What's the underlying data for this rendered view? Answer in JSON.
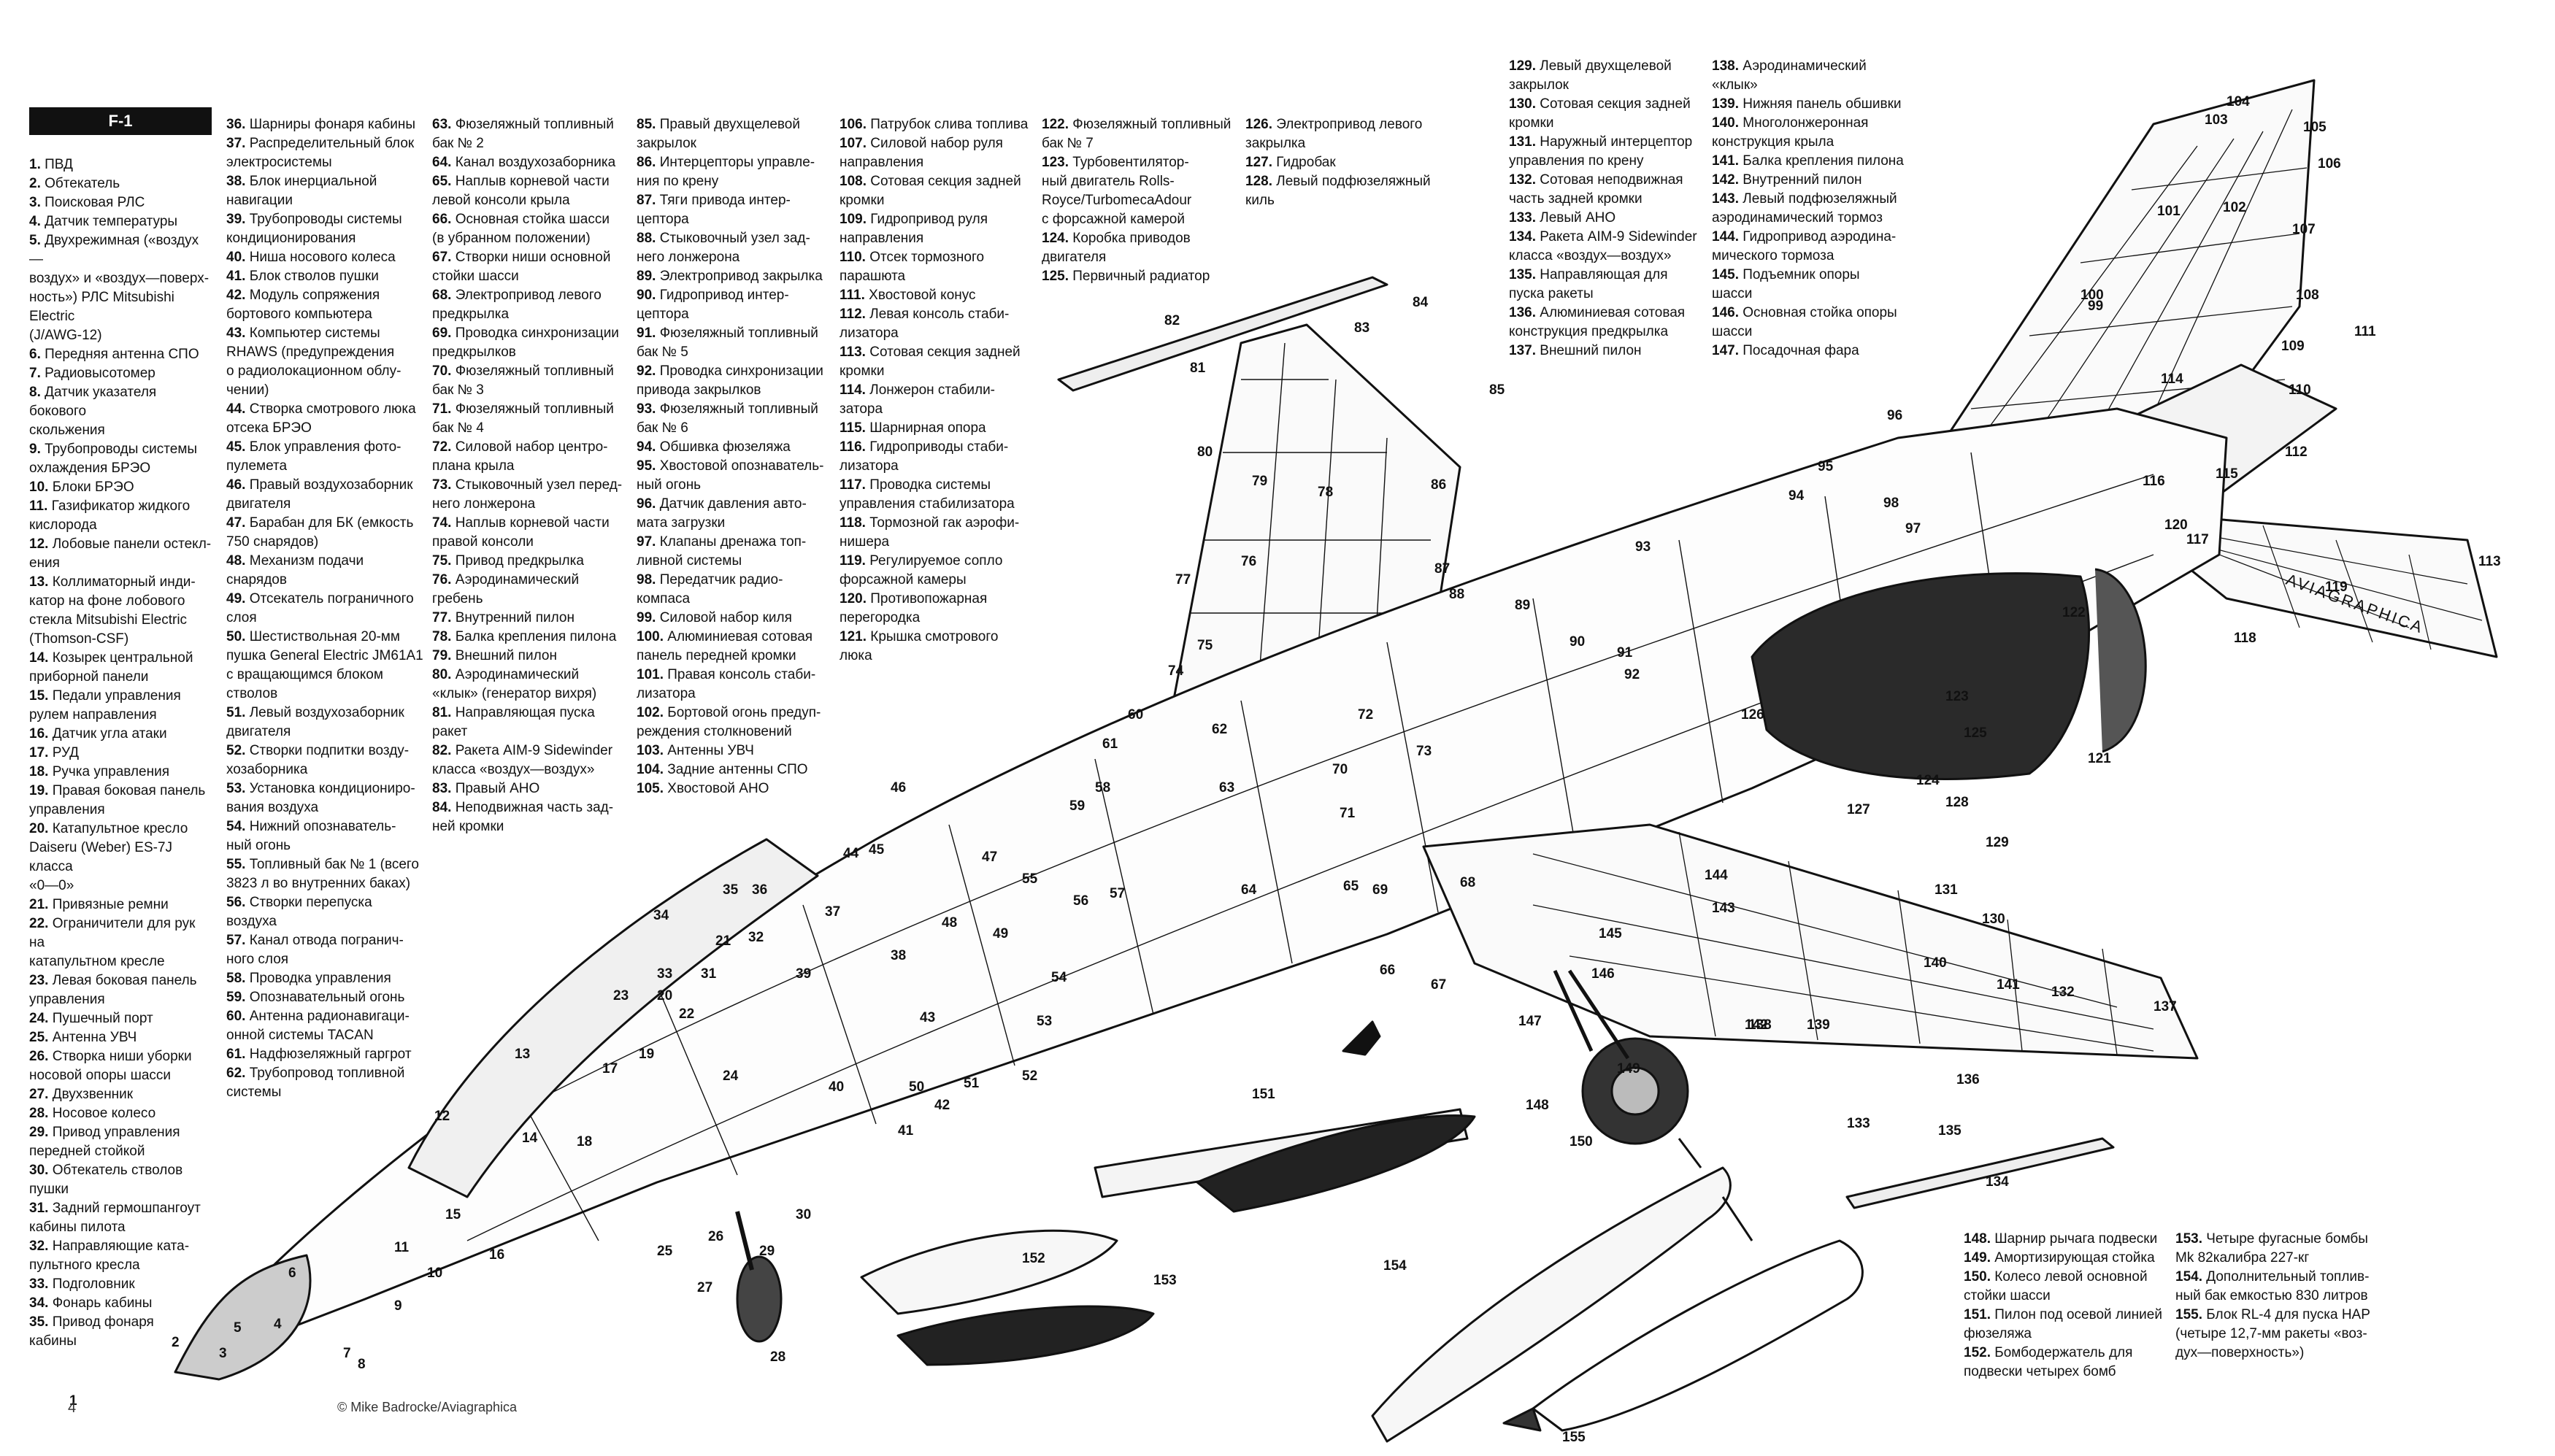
{
  "badge": "F-1",
  "credit": "© Mike Badrocke/Aviagraphica",
  "page_mark": "4",
  "watermark": "AVIAGRAPHICA",
  "columns": [
    {
      "id": "c1",
      "items": [
        {
          "n": "1.",
          "t": "ПВД"
        },
        {
          "n": "2.",
          "t": "Обтекатель"
        },
        {
          "n": "3.",
          "t": "Поисковая РЛС"
        },
        {
          "n": "4.",
          "t": "Датчик температуры"
        },
        {
          "n": "5.",
          "t": "Двухрежимная («воздух—\nвоздух» и «воздух—поверх-\nность») РЛС Mitsubishi Electric\n(J/AWG-12)"
        },
        {
          "n": "6.",
          "t": "Передняя антенна СПО"
        },
        {
          "n": "7.",
          "t": "Радиовысотомер"
        },
        {
          "n": "8.",
          "t": "Датчик указателя бокового\nскольжения"
        },
        {
          "n": "9.",
          "t": "Трубопроводы системы\nохлаждения БРЭО"
        },
        {
          "n": "10.",
          "t": "Блоки БРЭО"
        },
        {
          "n": "11.",
          "t": "Газификатор жидкого\nкислорода"
        },
        {
          "n": "12.",
          "t": "Лобовые панели остекл-\nения"
        },
        {
          "n": "13.",
          "t": "Коллиматорный инди-\nкатор на фоне лобового\nстекла Mitsubishi Electric\n(Thomson-CSF)"
        },
        {
          "n": "14.",
          "t": "Козырек центральной\nприборной панели"
        },
        {
          "n": "15.",
          "t": "Педали управления\nрулем направления"
        },
        {
          "n": "16.",
          "t": "Датчик угла атаки"
        },
        {
          "n": "17.",
          "t": "РУД"
        },
        {
          "n": "18.",
          "t": "Ручка управления"
        },
        {
          "n": "19.",
          "t": "Правая боковая панель\nуправления"
        },
        {
          "n": "20.",
          "t": "Катапультное кресло\nDaiseru (Weber) ES-7J класса\n«0—0»"
        },
        {
          "n": "21.",
          "t": "Привязные ремни"
        },
        {
          "n": "22.",
          "t": "Ограничители для рук на\nкатапультном кресле"
        },
        {
          "n": "23.",
          "t": "Левая боковая панель\nуправления"
        },
        {
          "n": "24.",
          "t": "Пушечный порт"
        },
        {
          "n": "25.",
          "t": "Антенна УВЧ"
        },
        {
          "n": "26.",
          "t": "Створка ниши уборки\nносовой опоры шасси"
        },
        {
          "n": "27.",
          "t": "Двухзвенник"
        },
        {
          "n": "28.",
          "t": "Носовое колесо"
        },
        {
          "n": "29.",
          "t": "Привод управления\nпередней стойкой"
        },
        {
          "n": "30.",
          "t": "Обтекатель стволов\nпушки"
        },
        {
          "n": "31.",
          "t": "Задний гермошпангоут\nкабины пилота"
        },
        {
          "n": "32.",
          "t": "Направляющие ката-\nпультного кресла"
        },
        {
          "n": "33.",
          "t": "Подголовник"
        },
        {
          "n": "34.",
          "t": "Фонарь кабины"
        },
        {
          "n": "35.",
          "t": "Привод фонаря\nкабины"
        }
      ]
    },
    {
      "id": "c2",
      "items": [
        {
          "n": "36.",
          "t": "Шарниры фонаря кабины"
        },
        {
          "n": "37.",
          "t": "Распределительный блок\nэлектросистемы"
        },
        {
          "n": "38.",
          "t": "Блок инерциальной\nнавигации"
        },
        {
          "n": "39.",
          "t": "Трубопроводы системы\nкондиционирования"
        },
        {
          "n": "40.",
          "t": "Ниша носового колеса"
        },
        {
          "n": "41.",
          "t": "Блок стволов пушки"
        },
        {
          "n": "42.",
          "t": "Модуль сопряжения\nбортового компьютера"
        },
        {
          "n": "43.",
          "t": "Компьютер системы\nRHAWS (предупреждения\nо радиолокационном облу-\nчении)"
        },
        {
          "n": "44.",
          "t": "Створка смотрового люка\nотсека БРЭО"
        },
        {
          "n": "45.",
          "t": "Блок управления фото-\nпулемета"
        },
        {
          "n": "46.",
          "t": "Правый воздухозаборник\nдвигателя"
        },
        {
          "n": "47.",
          "t": "Барабан для БК (емкость\n750 снарядов)"
        },
        {
          "n": "48.",
          "t": "Механизм подачи\nснарядов"
        },
        {
          "n": "49.",
          "t": "Отсекатель пограничного\nслоя"
        },
        {
          "n": "50.",
          "t": "Шестиствольная 20-мм\nпушка General Electric JM61A1\nс вращающимся блоком\nстволов"
        },
        {
          "n": "51.",
          "t": "Левый воздухозаборник\nдвигателя"
        },
        {
          "n": "52.",
          "t": "Створки подпитки возду-\nхозаборника"
        },
        {
          "n": "53.",
          "t": "Установка кондициониро-\nвания воздуха"
        },
        {
          "n": "54.",
          "t": "Нижний опознаватель-\nный огонь"
        },
        {
          "n": "55.",
          "t": "Топливный бак № 1 (всего\n3823 л во внутренних баках)"
        },
        {
          "n": "56.",
          "t": "Створки перепуска\nвоздуха"
        },
        {
          "n": "57.",
          "t": "Канал отвода погранич-\nного слоя"
        },
        {
          "n": "58.",
          "t": "Проводка управления"
        },
        {
          "n": "59.",
          "t": "Опознавательный огонь"
        },
        {
          "n": "60.",
          "t": "Антенна радионавигаци-\nонной системы TACAN"
        },
        {
          "n": "61.",
          "t": "Надфюзеляжный гаргрот"
        },
        {
          "n": "62.",
          "t": "Трубопровод топливной\nсистемы"
        }
      ]
    },
    {
      "id": "c3",
      "items": [
        {
          "n": "63.",
          "t": "Фюзеляжный топливный\nбак № 2"
        },
        {
          "n": "64.",
          "t": "Канал воздухозаборника"
        },
        {
          "n": "65.",
          "t": "Наплыв корневой части\nлевой консоли крыла"
        },
        {
          "n": "66.",
          "t": "Основная стойка шасси\n(в убранном положении)"
        },
        {
          "n": "67.",
          "t": "Створки ниши основной\nстойки шасси"
        },
        {
          "n": "68.",
          "t": "Электропривод левого\nпредкрылка"
        },
        {
          "n": "69.",
          "t": "Проводка синхронизации\nпредкрылков"
        },
        {
          "n": "70.",
          "t": "Фюзеляжный топливный\nбак № 3"
        },
        {
          "n": "71.",
          "t": "Фюзеляжный топливный\nбак № 4"
        },
        {
          "n": "72.",
          "t": "Силовой набор центро-\nплана крыла"
        },
        {
          "n": "73.",
          "t": "Стыковочный узел перед-\nнего лонжерона"
        },
        {
          "n": "74.",
          "t": "Наплыв корневой части\nправой консоли"
        },
        {
          "n": "75.",
          "t": "Привод предкрылка"
        },
        {
          "n": "76.",
          "t": "Аэродинамический\nгребень"
        },
        {
          "n": "77.",
          "t": "Внутренний пилон"
        },
        {
          "n": "78.",
          "t": "Балка крепления пилона"
        },
        {
          "n": "79.",
          "t": "Внешний пилон"
        },
        {
          "n": "80.",
          "t": "Аэродинамический\n«клык» (генератор вихря)"
        },
        {
          "n": "81.",
          "t": "Направляющая пуска\nракет"
        },
        {
          "n": "82.",
          "t": "Ракета AIM-9 Sidewinder\nкласса «воздух—воздух»"
        },
        {
          "n": "83.",
          "t": "Правый АНО"
        },
        {
          "n": "84.",
          "t": "Неподвижная часть зад-\nней кромки"
        }
      ]
    },
    {
      "id": "c4",
      "items": [
        {
          "n": "85.",
          "t": "Правый двухщелевой\nзакрылок"
        },
        {
          "n": "86.",
          "t": "Интерцепторы управле-\nния по крену"
        },
        {
          "n": "87.",
          "t": "Тяги привода интер-\nцептора"
        },
        {
          "n": "88.",
          "t": "Стыковочный узел зад-\nнего лонжерона"
        },
        {
          "n": "89.",
          "t": "Электропривод закрылка"
        },
        {
          "n": "90.",
          "t": "Гидропривод интер-\nцептора"
        },
        {
          "n": "91.",
          "t": "Фюзеляжный топливный\nбак № 5"
        },
        {
          "n": "92.",
          "t": "Проводка синхронизации\nпривода закрылков"
        },
        {
          "n": "93.",
          "t": "Фюзеляжный топливный\nбак № 6"
        },
        {
          "n": "94.",
          "t": "Обшивка фюзеляжа"
        },
        {
          "n": "95.",
          "t": "Хвостовой опознаватель-\nный огонь"
        },
        {
          "n": "96.",
          "t": "Датчик давления авто-\nмата загрузки"
        },
        {
          "n": "97.",
          "t": "Клапаны дренажа топ-\nливной системы"
        },
        {
          "n": "98.",
          "t": "Передатчик радио-\nкомпаса"
        },
        {
          "n": "99.",
          "t": "Силовой набор киля"
        },
        {
          "n": "100.",
          "t": "Алюминиевая сотовая\nпанель передней кромки"
        },
        {
          "n": "101.",
          "t": "Правая консоль стаби-\nлизатора"
        },
        {
          "n": "102.",
          "t": "Бортовой огонь предуп-\nреждения столкновений"
        },
        {
          "n": "103.",
          "t": "Антенны УВЧ"
        },
        {
          "n": "104.",
          "t": "Задние антенны СПО"
        },
        {
          "n": "105.",
          "t": "Хвостовой АНО"
        }
      ]
    },
    {
      "id": "c5",
      "items": [
        {
          "n": "106.",
          "t": "Патрубок слива топлива"
        },
        {
          "n": "107.",
          "t": "Силовой набор руля\nнаправления"
        },
        {
          "n": "108.",
          "t": "Сотовая секция задней\nкромки"
        },
        {
          "n": "109.",
          "t": "Гидропривод руля\nнаправления"
        },
        {
          "n": "110.",
          "t": "Отсек тормозного\nпарашюта"
        },
        {
          "n": "111.",
          "t": "Хвостовой конус"
        },
        {
          "n": "112.",
          "t": "Левая консоль стаби-\nлизатора"
        },
        {
          "n": "113.",
          "t": "Сотовая секция задней\nкромки"
        },
        {
          "n": "114.",
          "t": "Лонжерон стабили-\nзатора"
        },
        {
          "n": "115.",
          "t": "Шарнирная опора"
        },
        {
          "n": "116.",
          "t": "Гидроприводы стаби-\nлизатора"
        },
        {
          "n": "117.",
          "t": "Проводка системы\nуправления стабилизатора"
        },
        {
          "n": "118.",
          "t": "Тормозной гак аэрофи-\nнишера"
        },
        {
          "n": "119.",
          "t": "Регулируемое сопло\nфорсажной камеры"
        },
        {
          "n": "120.",
          "t": "Противопожарная\nперегородка"
        },
        {
          "n": "121.",
          "t": "Крышка смотрового\nлюка"
        }
      ]
    },
    {
      "id": "c6",
      "items": [
        {
          "n": "122.",
          "t": "Фюзеляжный топливный\nбак № 7"
        },
        {
          "n": "123.",
          "t": "Турбовентилятор-\nный двигатель Rolls-\nRoyce/TurbomecaAdour\nс форсажной камерой"
        },
        {
          "n": "124.",
          "t": "Коробка приводов\nдвигателя"
        },
        {
          "n": "125.",
          "t": "Первичный радиатор"
        }
      ]
    },
    {
      "id": "c7",
      "items": [
        {
          "n": "126.",
          "t": "Электропривод левого\nзакрылка"
        },
        {
          "n": "127.",
          "t": "Гидробак"
        },
        {
          "n": "128.",
          "t": "Левый подфюзеляжный\nкиль"
        }
      ]
    },
    {
      "id": "c8",
      "items": [
        {
          "n": "129.",
          "t": "Левый двухщелевой\nзакрылок"
        },
        {
          "n": "130.",
          "t": "Сотовая секция задней\nкромки"
        },
        {
          "n": "131.",
          "t": "Наружный интерцептор\nуправления по крену"
        },
        {
          "n": "132.",
          "t": "Сотовая неподвижная\nчасть задней кромки"
        },
        {
          "n": "133.",
          "t": "Левый АНО"
        },
        {
          "n": "134.",
          "t": "Ракета AIM-9 Sidewinder\nкласса «воздух—воздух»"
        },
        {
          "n": "135.",
          "t": "Направляющая для\nпуска ракеты"
        },
        {
          "n": "136.",
          "t": "Алюминиевая сотовая\nконструкция предкрылка"
        },
        {
          "n": "137.",
          "t": "Внешний пилон"
        }
      ]
    },
    {
      "id": "c9",
      "items": [
        {
          "n": "138.",
          "t": "Аэродинамический\n«клык»"
        },
        {
          "n": "139.",
          "t": "Нижняя панель обшивки"
        },
        {
          "n": "140.",
          "t": "Многолонжеронная\nконструкция крыла"
        },
        {
          "n": "141.",
          "t": "Балка крепления пилона"
        },
        {
          "n": "142.",
          "t": "Внутренний пилон"
        },
        {
          "n": "143.",
          "t": "Левый подфюзеляжный\nаэродинамический тормоз"
        },
        {
          "n": "144.",
          "t": "Гидропривод аэродина-\nмического тормоза"
        },
        {
          "n": "145.",
          "t": "Подъемник опоры\nшасси"
        },
        {
          "n": "146.",
          "t": "Основная стойка опоры\nшасси"
        },
        {
          "n": "147.",
          "t": "Посадочная фара"
        }
      ]
    },
    {
      "id": "c10",
      "items": [
        {
          "n": "148.",
          "t": "Шарнир рычага подвески"
        },
        {
          "n": "149.",
          "t": "Амортизирующая стойка"
        },
        {
          "n": "150.",
          "t": "Колесо левой основной\nстойки шасси"
        },
        {
          "n": "151.",
          "t": "Пилон под осевой линией\nфюзеляжа"
        },
        {
          "n": "152.",
          "t": "Бомбодержатель для\nподвески четырех бомб"
        }
      ]
    },
    {
      "id": "c11",
      "items": [
        {
          "n": "153.",
          "t": "Четыре фугасные бомбы\nMk 82калибра 227-кг"
        },
        {
          "n": "154.",
          "t": "Дополнительный топлив-\nный бак емкостью 830 литров"
        },
        {
          "n": "155.",
          "t": "Блок RL-4 для пуска НАР\n(четыре 12,7-мм ракеты «воз-\nдух—поверхность»)"
        }
      ]
    }
  ],
  "callouts": [
    "1",
    "2",
    "3",
    "4",
    "5",
    "6",
    "7",
    "8",
    "9",
    "10",
    "11",
    "12",
    "13",
    "14",
    "15",
    "16",
    "17",
    "18",
    "19",
    "20",
    "21",
    "22",
    "23",
    "24",
    "25",
    "26",
    "27",
    "28",
    "29",
    "30",
    "31",
    "32",
    "33",
    "34",
    "35",
    "36",
    "37",
    "38",
    "39",
    "40",
    "41",
    "42",
    "43",
    "44",
    "45",
    "46",
    "47",
    "48",
    "49",
    "50",
    "51",
    "52",
    "53",
    "54",
    "55",
    "56",
    "57",
    "58",
    "59",
    "60",
    "61",
    "62",
    "63",
    "64",
    "65",
    "66",
    "67",
    "68",
    "69",
    "70",
    "71",
    "72",
    "73",
    "74",
    "75",
    "76",
    "77",
    "78",
    "79",
    "80",
    "81",
    "82",
    "83",
    "84",
    "85",
    "86",
    "87",
    "88",
    "89",
    "90",
    "91",
    "92",
    "93",
    "94",
    "95",
    "96",
    "97",
    "98",
    "99",
    "100",
    "101",
    "102",
    "103",
    "104",
    "105",
    "106",
    "107",
    "108",
    "109",
    "110",
    "111",
    "112",
    "113",
    "114",
    "115",
    "116",
    "117",
    "118",
    "119",
    "120",
    "121",
    "122",
    "123",
    "124",
    "125",
    "126",
    "127",
    "128",
    "129",
    "130",
    "131",
    "132",
    "133",
    "134",
    "135",
    "136",
    "137",
    "138",
    "139",
    "140",
    "141",
    "142",
    "143",
    "144",
    "145",
    "146",
    "147",
    "148",
    "149",
    "150",
    "151",
    "152",
    "153",
    "154",
    "155"
  ]
}
